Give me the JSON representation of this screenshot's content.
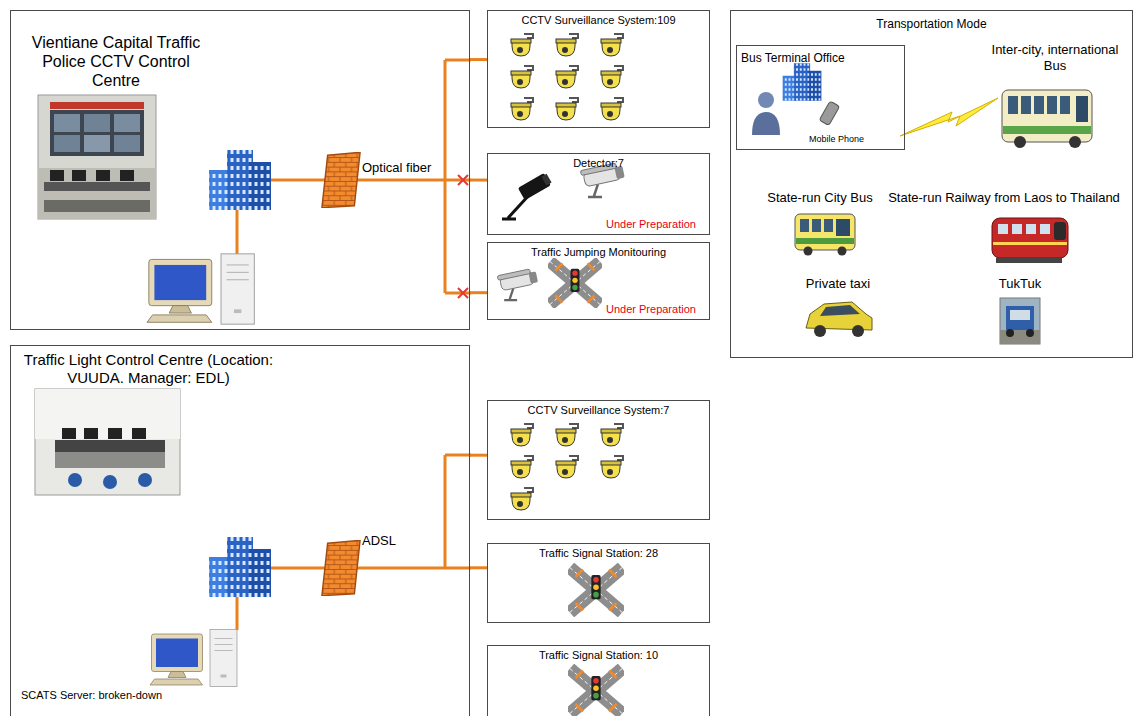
{
  "diagram": {
    "nodes": [
      {
        "text": [
          "Vientiane Capital Traffic Police CCTV Control Centre"
        ]
      },
      {
        "text": [
          "CCTV Surveillance System:109"
        ]
      },
      {
        "text": [
          "Detector:7",
          "Under Preparation"
        ]
      },
      {
        "text": [
          "Traffic Jumping Monitouring",
          "Under Preparation"
        ]
      },
      {
        "text": [
          "Transportation Mode"
        ]
      },
      {
        "text": [
          "Bus Terminal Office",
          "Mobile Phone"
        ],
        "in": 4
      },
      {
        "text": [
          "Traffic Light Control Centre (Location: VUUDA. Manager: EDL)",
          "SCATS Server: broken-down"
        ]
      },
      {
        "text": [
          "CCTV Surveillance System:7"
        ]
      },
      {
        "text": [
          "Traffic Signal Station: 28"
        ]
      },
      {
        "text": [
          "Traffic Signal Station: 10"
        ]
      }
    ],
    "edges": [
      {
        "from": 0,
        "to": 1,
        "arrow": "none"
      },
      {
        "from": 0,
        "to": 2,
        "arrow": "none"
      },
      {
        "from": 0,
        "to": 3,
        "arrow": "none"
      },
      {
        "from": 6,
        "to": 7,
        "arrow": "none"
      },
      {
        "from": 6,
        "to": 8,
        "arrow": "none"
      }
    ],
    "labels": [
      "Optical fiber",
      "ADSL",
      "Inter-city, international Bus",
      "State-run City Bus",
      "State-run Railway from Laos to Thailand",
      "Private taxi",
      "TukTuk"
    ]
  }
}
